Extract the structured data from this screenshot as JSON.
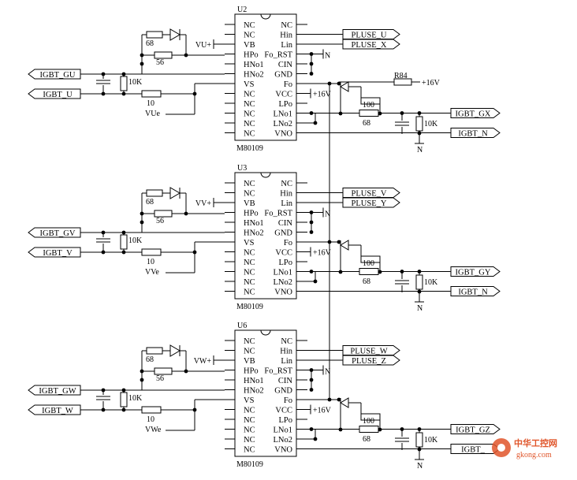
{
  "stages": [
    {
      "ref": "U2",
      "part": "M80109",
      "vplus": "VU+",
      "ve": "VUe",
      "r_diode": "68",
      "r_series": "56",
      "r_gate": "10",
      "r_pull": "10K",
      "r_led": "100",
      "r_out": "68",
      "r_out_pull": "10K",
      "in_gate": "IGBT_GU",
      "in_emit": "IGBT_U",
      "pulse_h": "PLUSE_U",
      "pulse_l": "PLUSE_X",
      "out_g": "IGBT_GX",
      "out_n": "IGBT_N",
      "gnd": "N",
      "vcc": "+16V",
      "rext": "R84",
      "rext_v": "+16V",
      "left_pins": [
        "NC",
        "NC",
        "VB",
        "HPo",
        "HNo1",
        "HNo2",
        "VS",
        "NC",
        "NC",
        "NC",
        "NC",
        "NC"
      ],
      "right_pins": [
        "NC",
        "Hin",
        "Lin",
        "Fo_RST",
        "CIN",
        "GND",
        "Fo",
        "VCC",
        "LPo",
        "LNo1",
        "LNo2",
        "VNO"
      ]
    },
    {
      "ref": "U3",
      "part": "M80109",
      "vplus": "VV+",
      "ve": "VVe",
      "r_diode": "68",
      "r_series": "56",
      "r_gate": "10",
      "r_pull": "10K",
      "r_led": "100",
      "r_out": "68",
      "r_out_pull": "10K",
      "in_gate": "IGBT_GV",
      "in_emit": "IGBT_V",
      "pulse_h": "PLUSE_V",
      "pulse_l": "PLUSE_Y",
      "out_g": "IGBT_GY",
      "out_n": "IGBT_N",
      "gnd": "N",
      "vcc": "+16V",
      "left_pins": [
        "NC",
        "NC",
        "VB",
        "HPo",
        "HNo1",
        "HNo2",
        "VS",
        "NC",
        "NC",
        "NC",
        "NC",
        "NC"
      ],
      "right_pins": [
        "NC",
        "Hin",
        "Lin",
        "Fo_RST",
        "CIN",
        "GND",
        "Fo",
        "VCC",
        "LPo",
        "LNo1",
        "LNo2",
        "VNO"
      ]
    },
    {
      "ref": "U6",
      "part": "M80109",
      "vplus": "VW+",
      "ve": "VWe",
      "r_diode": "68",
      "r_series": "56",
      "r_gate": "10",
      "r_pull": "10K",
      "r_led": "100",
      "r_out": "68",
      "r_out_pull": "10K",
      "in_gate": "IGBT_GW",
      "in_emit": "IGBT_W",
      "pulse_h": "PLUSE_W",
      "pulse_l": "PLUSE_Z",
      "out_g": "IGBT_GZ",
      "out_n": "IGBT_",
      "gnd": "N",
      "vcc": "+16V",
      "left_pins": [
        "NC",
        "NC",
        "VB",
        "HPo",
        "HNo1",
        "HNo2",
        "VS",
        "NC",
        "NC",
        "NC",
        "NC",
        "NC"
      ],
      "right_pins": [
        "NC",
        "Hin",
        "Lin",
        "Fo_RST",
        "CIN",
        "GND",
        "Fo",
        "VCC",
        "LPo",
        "LNo1",
        "LNo2",
        "VNO"
      ]
    }
  ],
  "watermark": {
    "cn": "中华工控网",
    "site": "gkong.com",
    "color": "#e0552a"
  }
}
